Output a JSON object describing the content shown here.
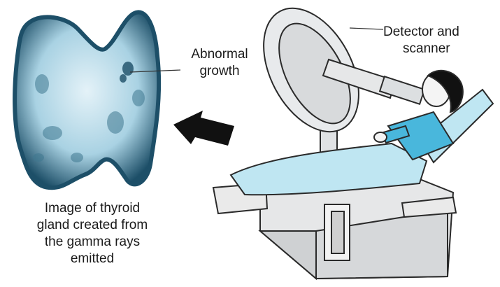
{
  "labels": {
    "abnormal": [
      "Abnormal",
      "growth"
    ],
    "detector": [
      "Detector and",
      "scanner"
    ],
    "thyroid_caption": [
      "Image of thyroid",
      "gland created from",
      "the gamma rays",
      "emitted"
    ]
  },
  "colors": {
    "thyroid_light": "#cfe8f2",
    "thyroid_dark": "#1d4f68",
    "machine_fill": "#e6e7e8",
    "patient_blue": "#bfe6f2",
    "shirt_blue": "#49b7dc",
    "outline": "#2a2a2a"
  }
}
